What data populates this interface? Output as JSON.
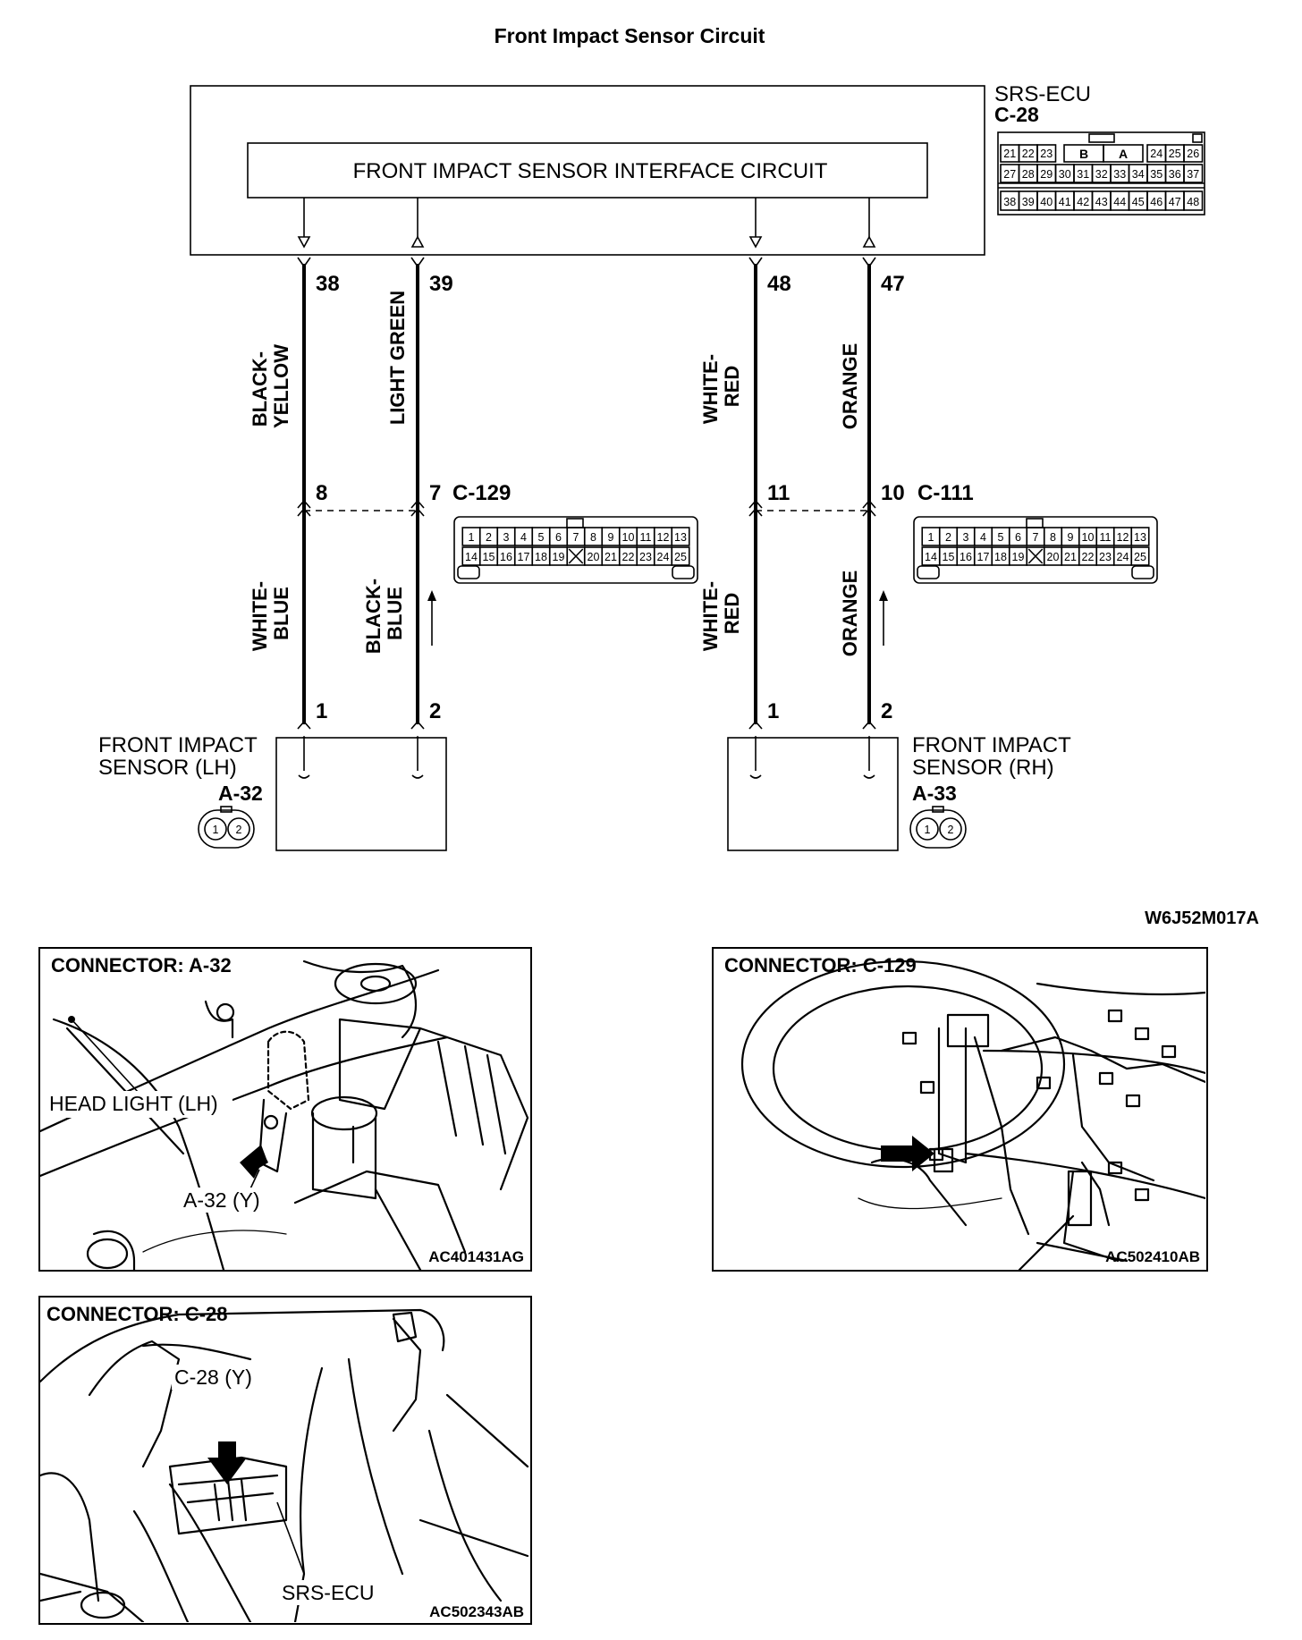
{
  "title": "Front Impact Sensor Circuit",
  "ecu": {
    "name": "SRS-ECU",
    "connector": "C-28",
    "interface_label": "FRONT IMPACT SENSOR INTERFACE CIRCUIT",
    "connector_face": {
      "row1_left": [
        "21",
        "22",
        "23"
      ],
      "row1_mid": [
        "B",
        "A"
      ],
      "row1_right": [
        "24",
        "25",
        "26"
      ],
      "row2": [
        "27",
        "28",
        "29",
        "30",
        "31",
        "32",
        "33",
        "34",
        "35",
        "36",
        "37"
      ],
      "row3": [
        "38",
        "39",
        "40",
        "41",
        "42",
        "43",
        "44",
        "45",
        "46",
        "47",
        "48"
      ]
    }
  },
  "wires": [
    {
      "ecu_pin": "38",
      "upper_color": [
        "BLACK-",
        "YELLOW"
      ],
      "mid_pin": "8",
      "lower_color": [
        "WHITE-",
        "BLUE"
      ],
      "sensor_pin": "1"
    },
    {
      "ecu_pin": "39",
      "upper_color": [
        "LIGHT GREEN"
      ],
      "mid_pin": "7",
      "lower_color": [
        "BLACK-",
        "BLUE"
      ],
      "sensor_pin": "2"
    },
    {
      "ecu_pin": "48",
      "upper_color": [
        "WHITE-",
        "RED"
      ],
      "mid_pin": "11",
      "lower_color": [
        "WHITE-",
        "RED"
      ],
      "sensor_pin": "1"
    },
    {
      "ecu_pin": "47",
      "upper_color": [
        "ORANGE"
      ],
      "mid_pin": "10",
      "lower_color": [
        "ORANGE"
      ],
      "sensor_pin": "2"
    }
  ],
  "junctions": [
    {
      "connector": "C-129",
      "row1": [
        "1",
        "2",
        "3",
        "4",
        "5",
        "6",
        "7",
        "8",
        "9",
        "10",
        "11",
        "12",
        "13"
      ],
      "row2": [
        "14",
        "15",
        "16",
        "17",
        "18",
        "19",
        "",
        "20",
        "21",
        "22",
        "23",
        "24",
        "25"
      ]
    },
    {
      "connector": "C-111",
      "row1": [
        "1",
        "2",
        "3",
        "4",
        "5",
        "6",
        "7",
        "8",
        "9",
        "10",
        "11",
        "12",
        "13"
      ],
      "row2": [
        "14",
        "15",
        "16",
        "17",
        "18",
        "19",
        "",
        "20",
        "21",
        "22",
        "23",
        "24",
        "25"
      ]
    }
  ],
  "sensors": [
    {
      "name_line1": "FRONT IMPACT",
      "name_line2": "SENSOR (LH)",
      "connector": "A-32",
      "pins": [
        "1",
        "2"
      ]
    },
    {
      "name_line1": "FRONT IMPACT",
      "name_line2": "SENSOR (RH)",
      "connector": "A-33",
      "pins": [
        "1",
        "2"
      ]
    }
  ],
  "diagram_code": "W6J52M017A",
  "photos": [
    {
      "heading": "CONNECTOR: A-32",
      "labels": [
        "HEAD LIGHT (LH)",
        "A-32 (Y)"
      ],
      "code": "AC401431AG"
    },
    {
      "heading": "CONNECTOR: C-129",
      "labels": [],
      "code": "AC502410AB"
    },
    {
      "heading": "CONNECTOR: C-28",
      "labels": [
        "C-28 (Y)",
        "SRS-ECU"
      ],
      "code": "AC502343AB"
    }
  ]
}
